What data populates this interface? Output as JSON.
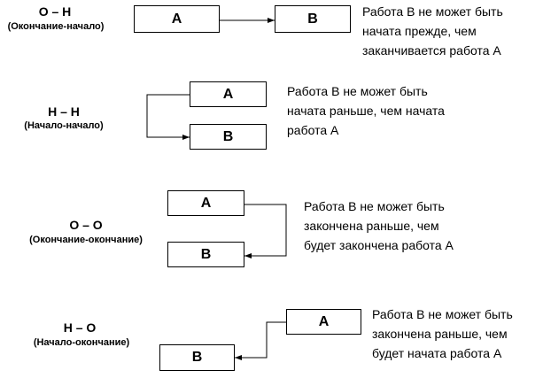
{
  "relations": [
    {
      "code": "О – Н",
      "name": "(Окончание-начало)",
      "box_a": "А",
      "box_b": "В",
      "description": "Работа В не может быть\nначата прежде, чем\nзаканчивается работа А"
    },
    {
      "code": "Н – Н",
      "name": "(Начало-начало)",
      "box_a": "А",
      "box_b": "В",
      "description": "Работа В не может быть\nначата раньше, чем начата\nработа А"
    },
    {
      "code": "О – О",
      "name": "(Окончание-окончание)",
      "box_a": "А",
      "box_b": "В",
      "description": "Работа В не может быть\nзакончена раньше, чем\nбудет закончена работа А"
    },
    {
      "code": "Н – О",
      "name": "(Начало-окончание)",
      "box_a": "А",
      "box_b": "В",
      "description": "Работа В не может быть\nзакончена раньше, чем\nбудет начата работа А"
    }
  ]
}
